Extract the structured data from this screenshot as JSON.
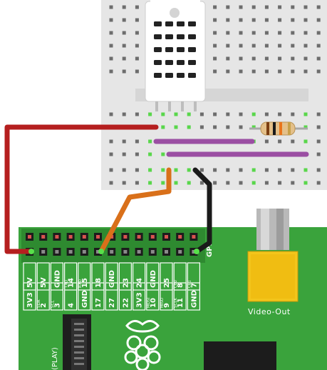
{
  "board": {
    "gpio_label": "GP1",
    "video_out_label": "Video-Out",
    "play_label": "(PLAY)",
    "top_row_pins": [
      {
        "main": "5V",
        "sub": ""
      },
      {
        "main": "5V",
        "sub": ""
      },
      {
        "main": "GND",
        "sub": ""
      },
      {
        "main": "14",
        "sub": "TXD"
      },
      {
        "main": "15",
        "sub": "RXD"
      },
      {
        "main": "18",
        "sub": ""
      },
      {
        "main": "GND",
        "sub": ""
      },
      {
        "main": "23",
        "sub": ""
      },
      {
        "main": "24",
        "sub": ""
      },
      {
        "main": "GND",
        "sub": ""
      },
      {
        "main": "25",
        "sub": ""
      },
      {
        "main": "8",
        "sub": "CE0"
      },
      {
        "main": "7",
        "sub": "CE1"
      }
    ],
    "bottom_row_pins": [
      {
        "main": "3V3",
        "sub": ""
      },
      {
        "main": "2",
        "sub": "SDA"
      },
      {
        "main": "3",
        "sub": "SCL"
      },
      {
        "main": "4",
        "sub": ""
      },
      {
        "main": "GND",
        "sub": ""
      },
      {
        "main": "17",
        "sub": ""
      },
      {
        "main": "27",
        "sub": ""
      },
      {
        "main": "22",
        "sub": ""
      },
      {
        "main": "3V3",
        "sub": ""
      },
      {
        "main": "10",
        "sub": "MOSI"
      },
      {
        "main": "9",
        "sub": "MISO"
      },
      {
        "main": "11",
        "sub": "SCLK"
      },
      {
        "main": "GND",
        "sub": ""
      }
    ]
  },
  "colors": {
    "pcb": "#3aa33c",
    "pcb_dark": "#2e8a30",
    "breadboard": "#e6e6e6",
    "wire_red": "#b51f1f",
    "wire_orange": "#d9701a",
    "wire_black": "#1a1a1a",
    "wire_purple": "#9b4fa3",
    "sensor": "#ffffff",
    "video_jack": "#f3c51b"
  },
  "icons": [
    "raspberry-logo-icon",
    "dht-sensor-icon",
    "resistor-icon",
    "rca-jack-icon"
  ]
}
